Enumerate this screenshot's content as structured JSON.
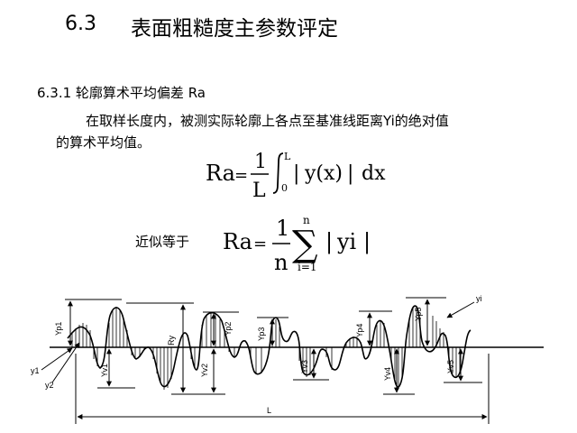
{
  "section": {
    "number": "6.3",
    "title": "表面粗糙度主参数评定"
  },
  "subsection": {
    "title": "6.3.1  轮廓算术平均偏差 Ra"
  },
  "paragraph": {
    "line1": "在取样长度内，被测实际轮廓上各点至基准线距离Yi的绝对值",
    "line2": "的算术平均值。"
  },
  "formula1": {
    "lhs": "Ra",
    "eq": "=",
    "frac_num": "1",
    "frac_den": "L",
    "upper": "L",
    "lower": "0",
    "bar": "|",
    "body": "y(x)",
    "dx": "dx"
  },
  "approx_label": "近似等于",
  "formula2": {
    "lhs": "Ra",
    "eq": "=",
    "frac_num": "1",
    "frac_den": "n",
    "upper": "n",
    "lower": "i=1",
    "sigma": "∑",
    "bar": "|",
    "body": "yi"
  },
  "diagram": {
    "labels": {
      "yp1": "Yp1",
      "yv1": "Yv1",
      "ry": "Ry",
      "yp2": "Yp2",
      "yv2": "Yv2",
      "yp3": "Yp3",
      "yv3": "Yv3",
      "yp4": "Yp4",
      "yv4": "Yv4",
      "yp5": "Yp5",
      "yv5": "Yv5",
      "yi": "yi",
      "y1": "y1",
      "y2": "y2",
      "L": "L"
    }
  }
}
